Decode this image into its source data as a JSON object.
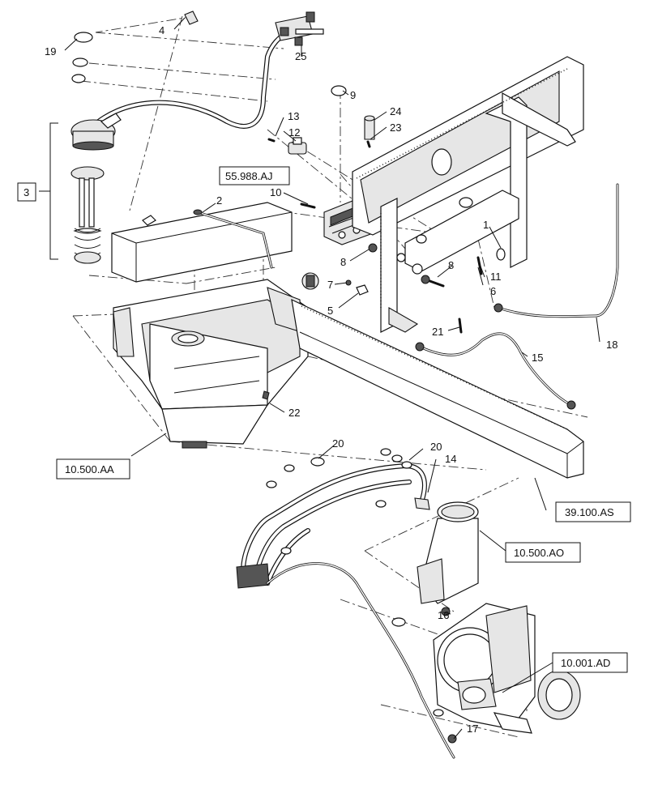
{
  "callouts": {
    "n1": "1",
    "n2": "2",
    "n3": "3",
    "n4": "4",
    "n5": "5",
    "n6": "6",
    "n7": "7",
    "n8a": "8",
    "n8b": "8",
    "n9": "9",
    "n10": "10",
    "n11": "11",
    "n12": "12",
    "n13": "13",
    "n14": "14",
    "n15": "15",
    "n16": "16",
    "n17": "17",
    "n18": "18",
    "n19": "19",
    "n20a": "20",
    "n20b": "20",
    "n21": "21",
    "n22": "22",
    "n23": "23",
    "n24": "24",
    "n25": "25"
  },
  "references": {
    "r55988aj": "55.988.AJ",
    "r10500aa": "10.500.AA",
    "r39100as": "39.100.AS",
    "r10500ao": "10.500.AO",
    "r10001ad": "10.001.AD"
  }
}
